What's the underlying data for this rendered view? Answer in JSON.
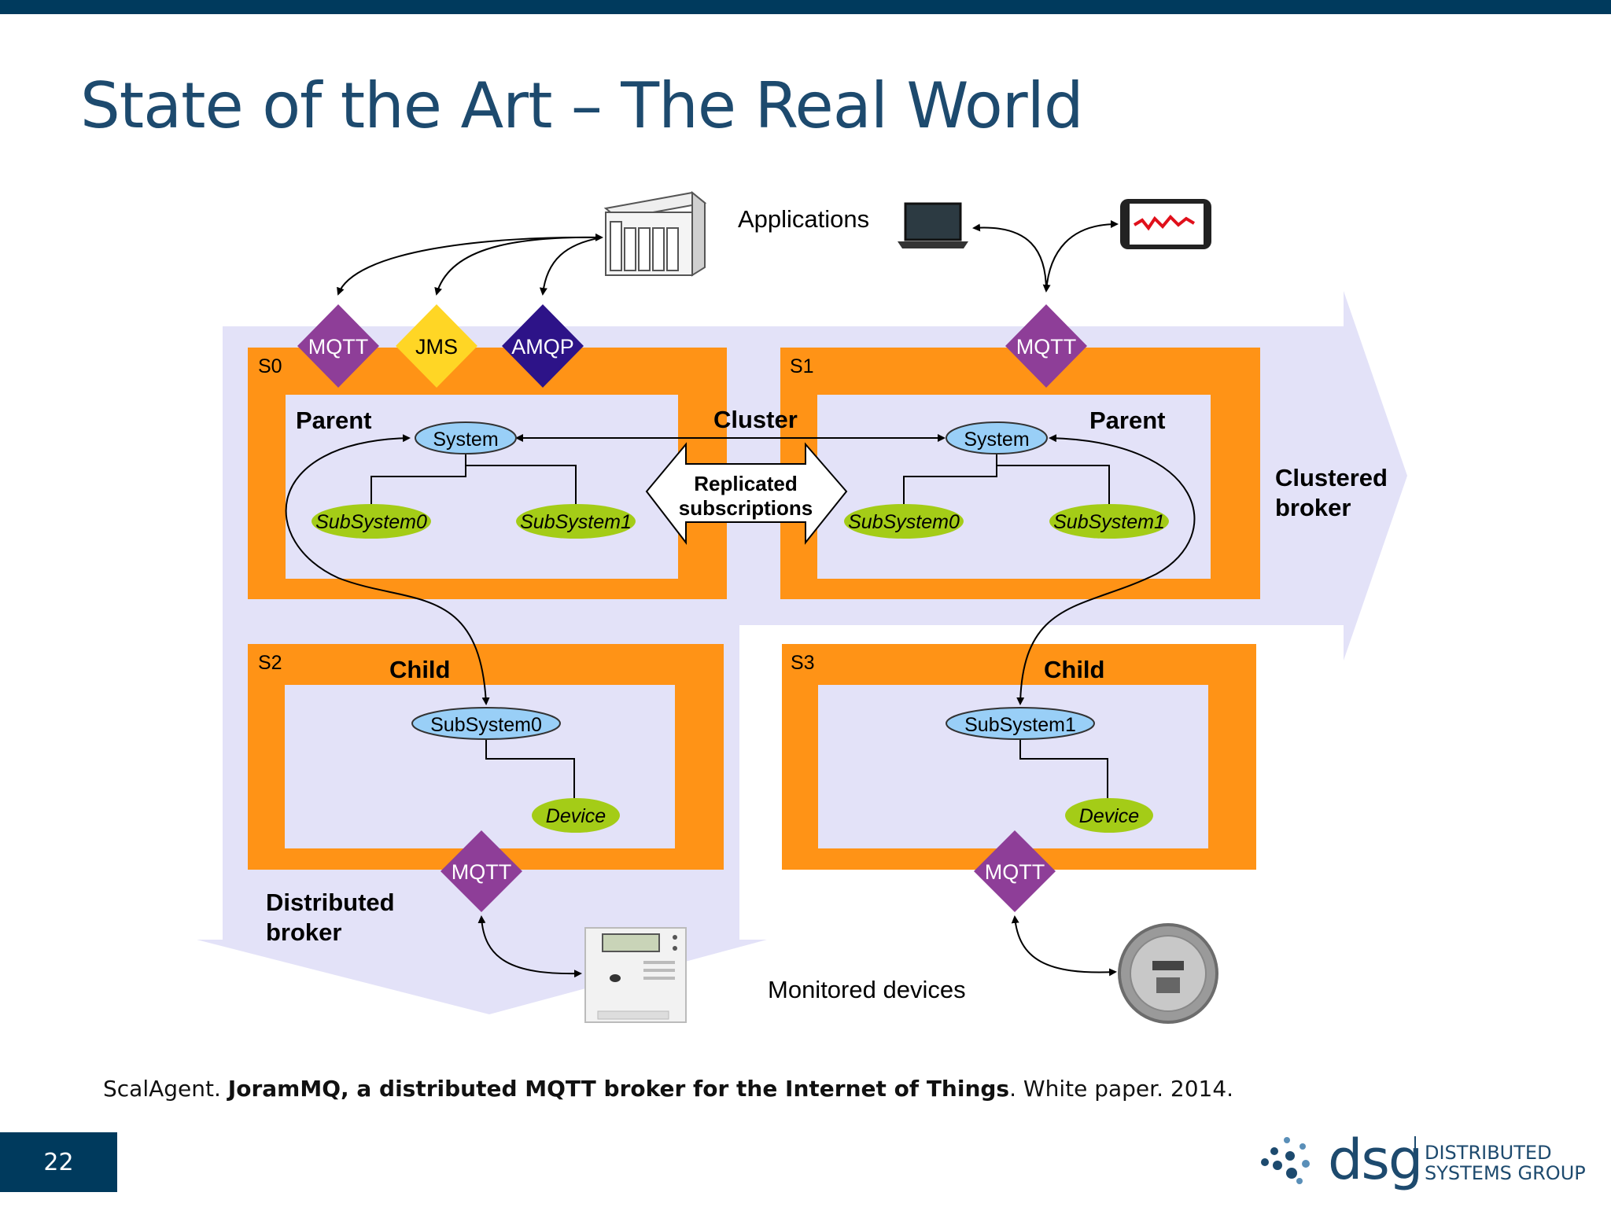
{
  "slide": {
    "title": "State of the Art – The Real World",
    "page_number": "22",
    "citation_pre": "ScalAgent. ",
    "citation_bold": "JoramMQ, a distributed MQTT broker for the Internet of Things",
    "citation_post": ". White paper. 2014.",
    "logo_text": "dsg",
    "logo_line1": "DISTRIBUTED",
    "logo_line2": "SYSTEMS GROUP"
  },
  "diagram": {
    "applications_label": "Applications",
    "monitored_devices_label": "Monitored devices",
    "clustered_broker_line1": "Clustered",
    "clustered_broker_line2": "broker",
    "distributed_broker_line1": "Distributed",
    "distributed_broker_line2": "broker",
    "cluster_label": "Cluster",
    "replicated_line1": "Replicated",
    "replicated_line2": "subscriptions",
    "servers": {
      "s0": {
        "id": "S0",
        "role": "Parent",
        "root": "System",
        "children": [
          "SubSystem0",
          "SubSystem1"
        ]
      },
      "s1": {
        "id": "S1",
        "role": "Parent",
        "root": "System",
        "children": [
          "SubSystem0",
          "SubSystem1"
        ]
      },
      "s2": {
        "id": "S2",
        "role": "Child",
        "root": "SubSystem0",
        "child": "Device"
      },
      "s3": {
        "id": "S3",
        "role": "Child",
        "root": "SubSystem1",
        "child": "Device"
      }
    },
    "protocols": {
      "s0_mqtt": "MQTT",
      "s0_jms": "JMS",
      "s0_amqp": "AMQP",
      "s1_mqtt": "MQTT",
      "s2_mqtt": "MQTT",
      "s3_mqtt": "MQTT"
    },
    "colors": {
      "server_orange": "#ff9316",
      "inner_lavender": "#e3e2f8",
      "arrow_lavender": "#e3e2f8",
      "mqtt_purple": "#8e3e98",
      "jms_yellow": "#ffd625",
      "amqp_indigo": "#2d1388",
      "system_blue": "#99cff7",
      "subsystem_green": "#a4cc17"
    }
  }
}
